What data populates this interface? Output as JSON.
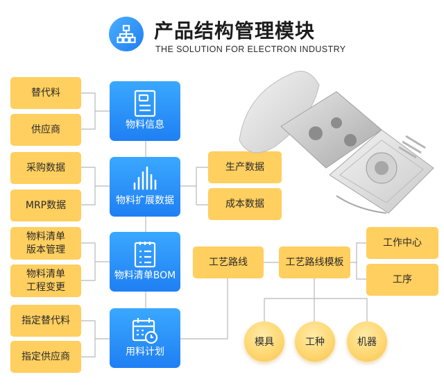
{
  "header": {
    "title": "产品结构管理模块",
    "subtitle": "THE SOLUTION FOR ELECTRON INDUSTRY"
  },
  "left_items": [
    "替代料",
    "供应商",
    "采购数据",
    "MRP数据",
    "物料清单\n版本管理",
    "物料清单\n工程变更",
    "指定替代料",
    "指定供应商"
  ],
  "modules": [
    "物料信息",
    "物料扩展数据",
    "物料清单BOM",
    "用料计划"
  ],
  "extension_items": [
    "生产数据",
    "成本数据"
  ],
  "route": {
    "route_label": "工艺路线",
    "template_label": "工艺路线模板",
    "template_children": [
      "工作中心",
      "工序"
    ],
    "resources": [
      "模具",
      "工种",
      "机器"
    ]
  },
  "colors": {
    "blue": "#2a8ef7",
    "yellow": "#ffcf5f",
    "line": "#b9b9b9"
  }
}
